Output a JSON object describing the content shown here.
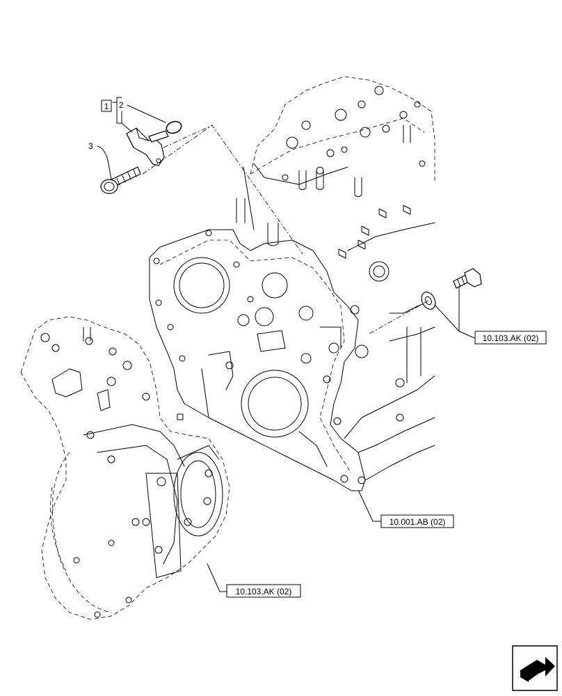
{
  "callouts": {
    "item_1": "1",
    "item_2": "2",
    "item_3": "3"
  },
  "references": {
    "ref_right": "10.103.AK (02)",
    "ref_center": "10.001.AB (02)",
    "ref_bottom": "10.103.AK (02)"
  },
  "icons": {
    "nav": "next-page-arrow-icon"
  }
}
